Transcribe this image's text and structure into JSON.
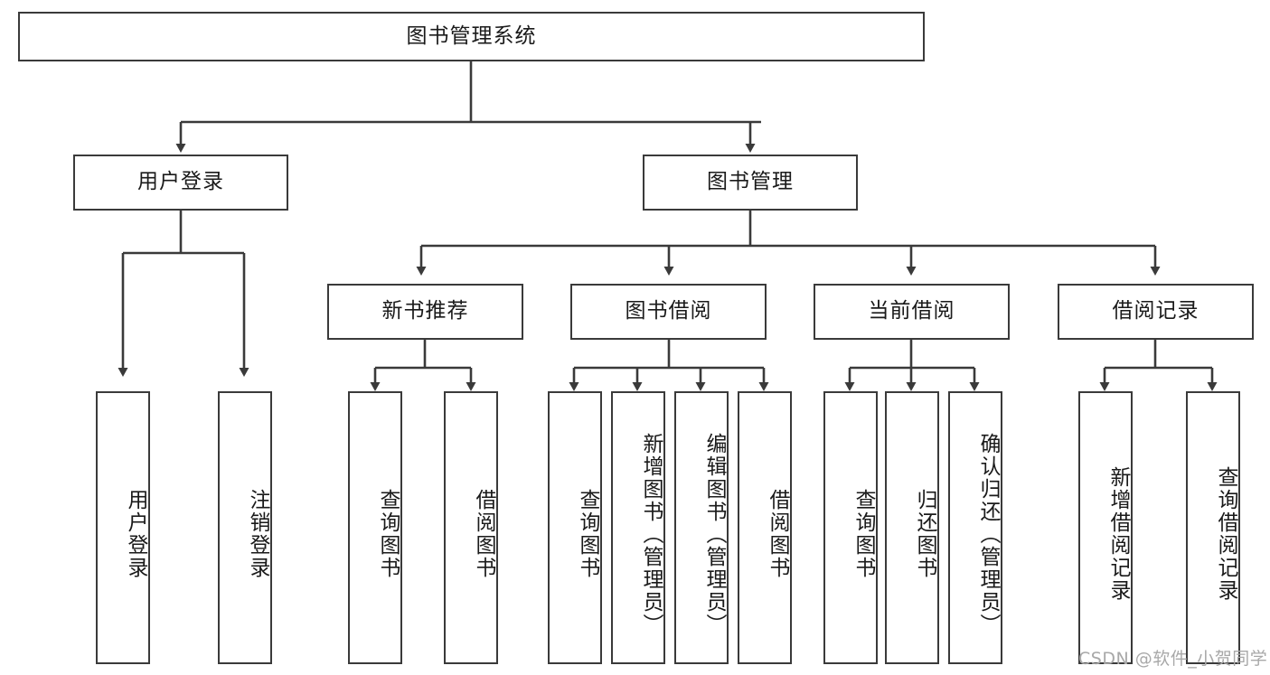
{
  "diagram": {
    "type": "tree",
    "title": "图书管理系统",
    "background_color": "#ffffff",
    "line_color": "#3a3a3a",
    "text_color": "#1a1a1a",
    "root": {
      "label": "图书管理系统"
    },
    "level1": [
      {
        "label": "用户登录"
      },
      {
        "label": "图书管理"
      }
    ],
    "level2": [
      {
        "label": "新书推荐"
      },
      {
        "label": "图书借阅"
      },
      {
        "label": "当前借阅"
      },
      {
        "label": "借阅记录"
      }
    ],
    "leaves": {
      "user_login": [
        {
          "label": "用户登录"
        },
        {
          "label": "注销登录"
        }
      ],
      "new_book_recommend": [
        {
          "label": "查询图书"
        },
        {
          "label": "借阅图书"
        }
      ],
      "book_borrow": [
        {
          "label": "查询图书"
        },
        {
          "label": "新增图书（管理员）"
        },
        {
          "label": "编辑图书（管理员）"
        },
        {
          "label": "借阅图书"
        }
      ],
      "current_borrow": [
        {
          "label": "查询图书"
        },
        {
          "label": "归还图书"
        },
        {
          "label": "确认归还（管理员）"
        }
      ],
      "borrow_record": [
        {
          "label": "新增借阅记录"
        },
        {
          "label": "查询借阅记录"
        }
      ]
    }
  },
  "watermark": {
    "text": "CSDN @软件_小贺同学",
    "color": "#a8a8a8"
  }
}
